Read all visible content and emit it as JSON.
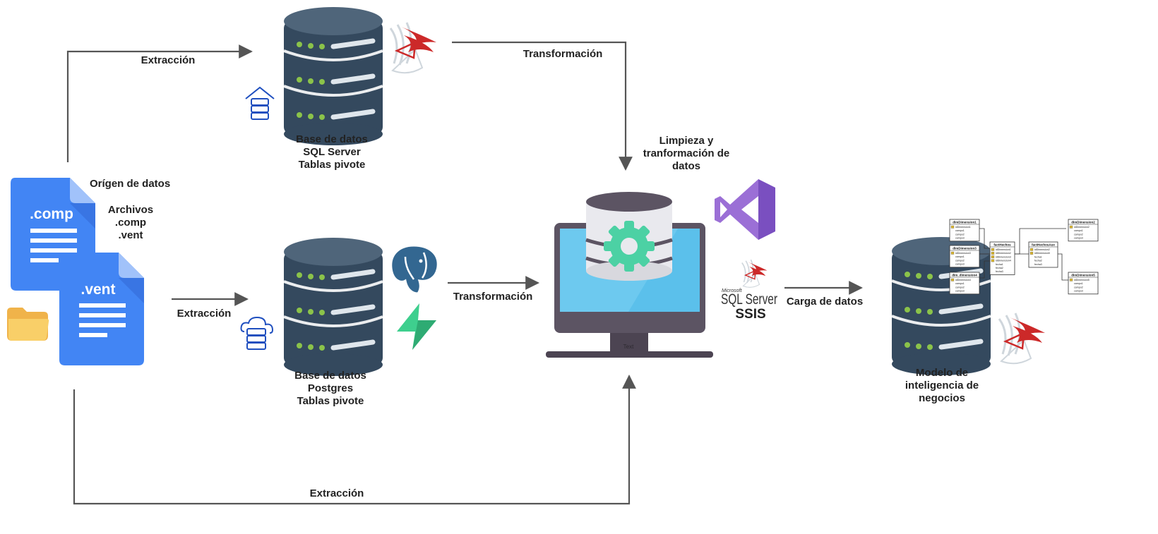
{
  "source": {
    "title": "Orígen de datos",
    "files_lines": [
      "Archivos",
      ".comp",
      ".vent"
    ],
    "doc1_ext": ".comp",
    "doc2_ext": ".vent"
  },
  "arrows": {
    "extract_top": "Extracción",
    "extract_mid": "Extracción",
    "extract_bottom": "Extracción",
    "transform_top": "Transformación",
    "transform_mid": "Transformación",
    "load": "Carga de datos"
  },
  "sqlserver_db": {
    "lines": [
      "Base de datos",
      "SQL Server",
      "Tablas pivote"
    ]
  },
  "postgres_db": {
    "lines": [
      "Base de datos",
      "Postgres",
      "Tablas pivote"
    ]
  },
  "cleaning": {
    "lines": [
      "Limpieza y",
      "tranformación de",
      "datos"
    ]
  },
  "monitor": {
    "text": "Text"
  },
  "ssis": {
    "microsoft": "Microsoft",
    "sql": "SQL Server",
    "ssis": "SSIS"
  },
  "bi_model": {
    "lines": [
      "Modelo de",
      "inteligencia de",
      "negocios"
    ]
  },
  "schema_tables": [
    {
      "name": "dimDimension1",
      "rows": [
        "idDimension1",
        "campo1",
        "campo2",
        "campo3"
      ]
    },
    {
      "name": "dimDimension3",
      "rows": [
        "idDimension3",
        "campo1",
        "campo2",
        "campo3"
      ]
    },
    {
      "name": "dim_dimension4",
      "rows": [
        "idDimension4",
        "campo1",
        "campo2",
        "campo3"
      ]
    },
    {
      "name": "factHechos",
      "rows": [
        "idDimension1",
        "idDimension2",
        "idDimension3",
        "idDimension4",
        "fecha1",
        "fecha2",
        "fecha3"
      ]
    },
    {
      "name": "factHechosAux",
      "rows": [
        "idDimension2",
        "idDimension5",
        "fecha1",
        "fecha2",
        "fecha3"
      ]
    },
    {
      "name": "dimDimension2",
      "rows": [
        "idDimension2",
        "campo1",
        "campo2",
        "campo3"
      ]
    },
    {
      "name": "dimDimension5",
      "rows": [
        "idDimension5",
        "campo1",
        "campo2",
        "campo3"
      ]
    }
  ],
  "colors": {
    "doc_blue": "#4285f4",
    "doc_fold": "#a1c2fa",
    "db_dark": "#34495e",
    "db_light": "#4f657a",
    "led_green": "#8bc34a",
    "arrow": "#555555",
    "vs_purple": "#9b6fd6",
    "sql_red": "#cc2929",
    "supabase_green": "#3ecf8e",
    "postgres_blue": "#336791",
    "gear_green": "#4cd1a4",
    "screen_blue": "#5bc0eb"
  }
}
